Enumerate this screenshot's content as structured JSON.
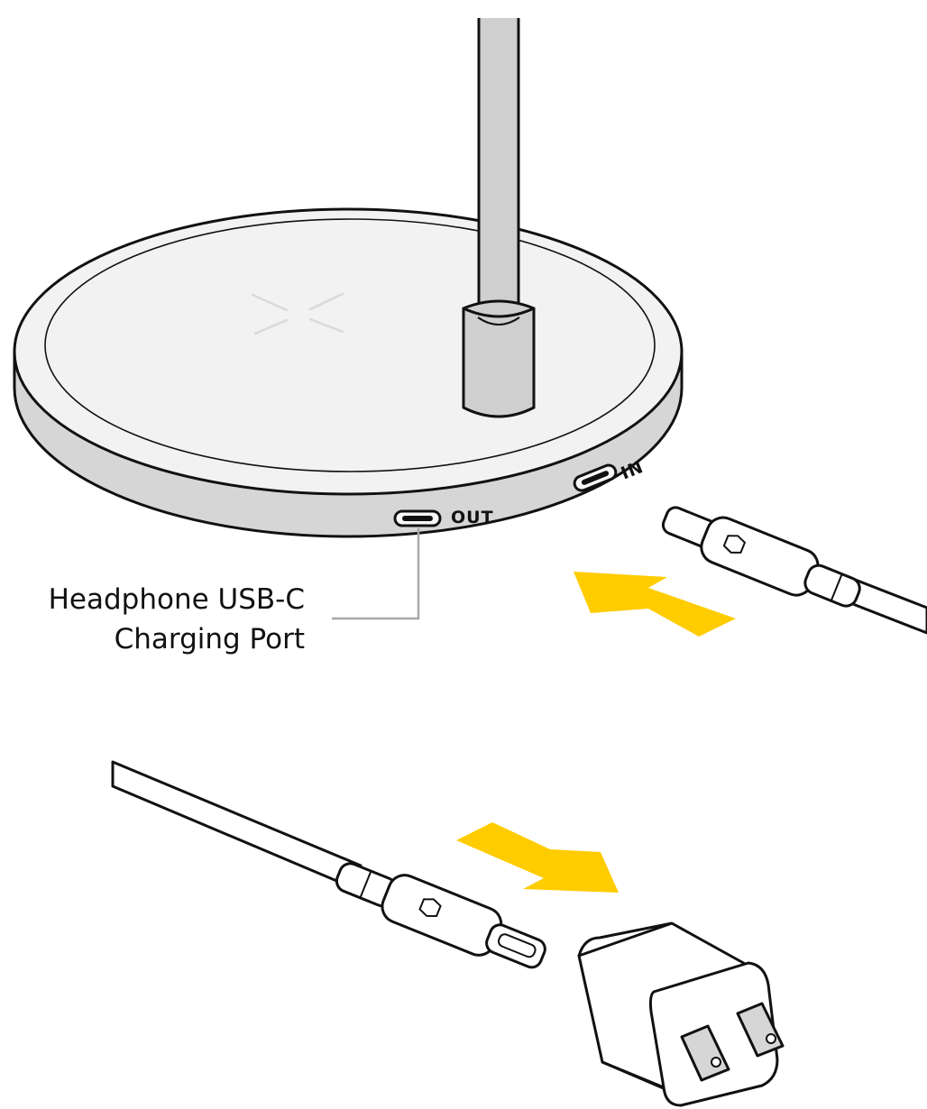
{
  "ports": {
    "out_label": "OUT",
    "in_label": "IN"
  },
  "callout": {
    "line1": "Headphone USB-C",
    "line2": "Charging Port"
  },
  "colors": {
    "outline": "#111111",
    "base_fill": "#f2f2f2",
    "rim_fill": "#d6d6d6",
    "stem_fill": "#cfcfcf",
    "arrow_fill": "#ffcc00",
    "leader_line": "#a8a8a8",
    "qi_mark": "#d9d9d9"
  },
  "icons": {
    "charging_base": "wireless-charging-base-icon",
    "usb_c_plug": "usb-c-plug-icon",
    "wall_adapter": "wall-adapter-icon",
    "arrow": "direction-arrow-icon"
  }
}
